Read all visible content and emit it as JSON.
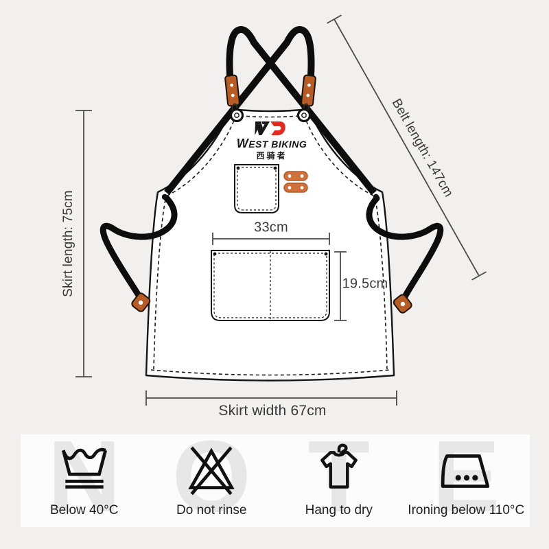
{
  "product": {
    "type": "apron-size-diagram"
  },
  "logo": {
    "brand": "WEST BIKING",
    "brand_cn": "西骑者",
    "mark_black": "#181818",
    "mark_red": "#e32a1d"
  },
  "dimensions": {
    "skirt_length": "Skirt length: 75cm",
    "belt_length": "Belt length: 147cm",
    "pocket_width": "33cm",
    "pocket_height": "19.5cm",
    "skirt_width": "Skirt width 67cm"
  },
  "care_panel": {
    "watermark": [
      "N",
      "O",
      "T",
      "E"
    ],
    "items": [
      {
        "icon": "wash-tub-icon",
        "label": "Below 40°C"
      },
      {
        "icon": "do-not-rinse-icon",
        "label": "Do not rinse"
      },
      {
        "icon": "hang-dry-icon",
        "label": "Hang to dry"
      },
      {
        "icon": "iron-icon",
        "label": "Ironing below 110°C"
      }
    ]
  },
  "colors": {
    "background": "#f1f0ee",
    "panel_bg": "#fcfcfc",
    "watermark_gray": "#e7e7e7",
    "line_black": "#161616",
    "dim_line_gray": "#4a4a4a",
    "leather_brown": "#b65c24",
    "keeper_orange": "#d0713c",
    "apron_white": "#ffffff"
  }
}
